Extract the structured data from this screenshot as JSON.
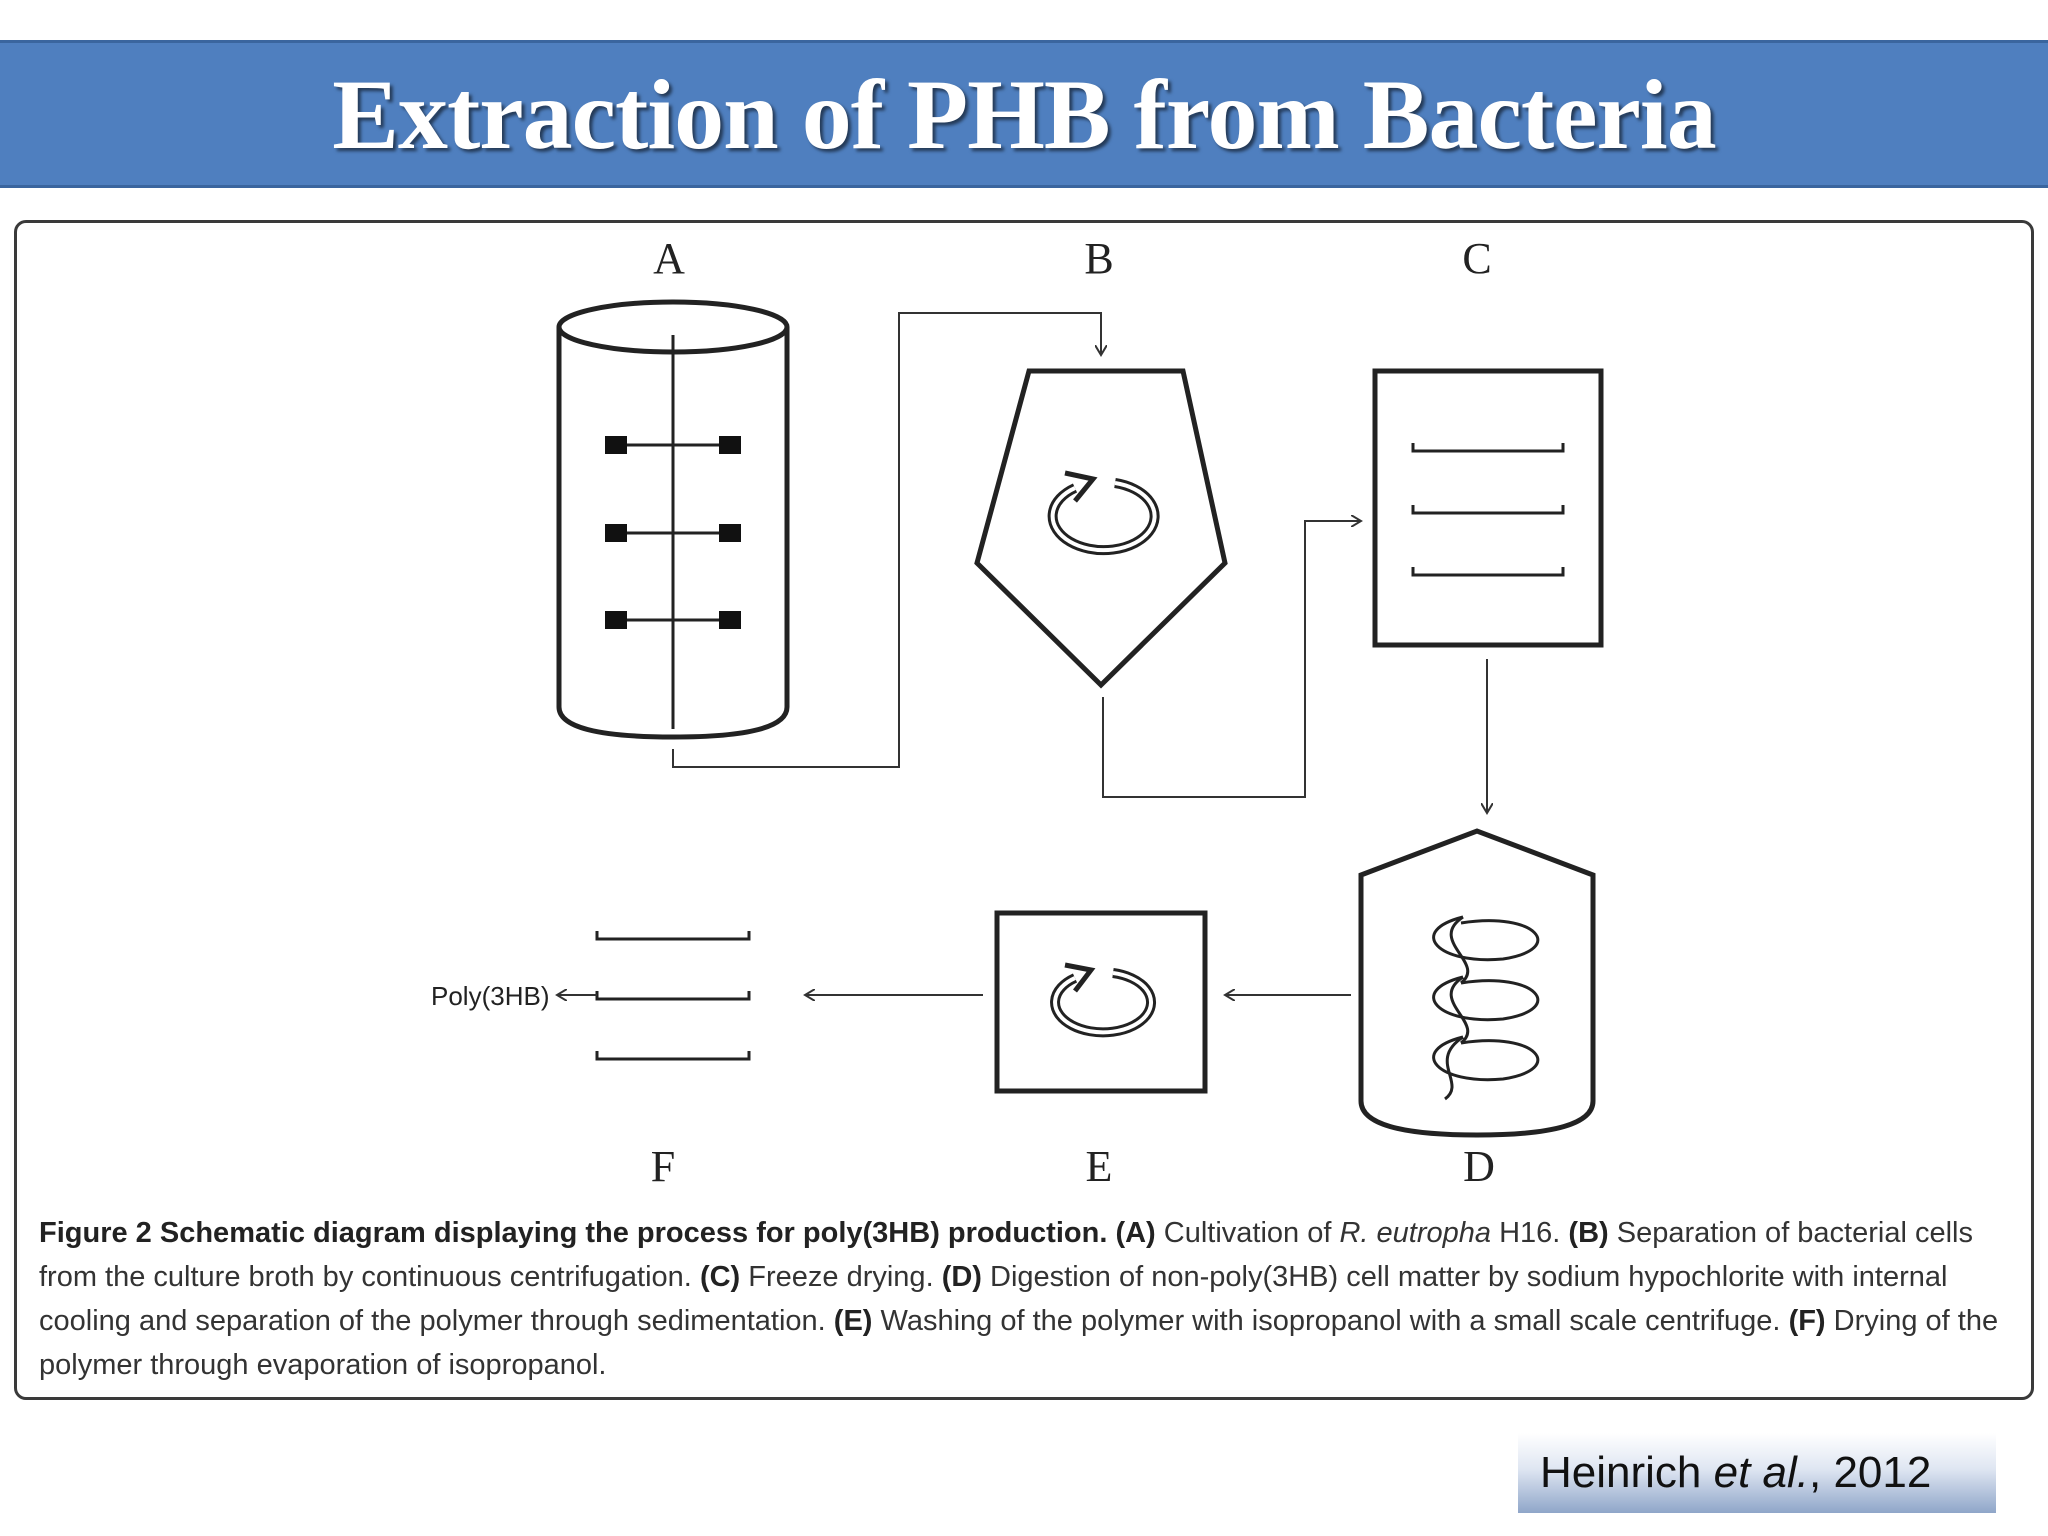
{
  "slide": {
    "title": "Extraction of PHB from Bacteria"
  },
  "diagram": {
    "stages": {
      "a": "A",
      "b": "B",
      "c": "C",
      "d": "D",
      "e": "E",
      "f": "F"
    },
    "product_label": "Poly(3HB)"
  },
  "caption": {
    "figure_number": "Figure 2",
    "heading": "Schematic diagram displaying the process for poly(3HB) production.",
    "a_key": "(A)",
    "a_text_1": "Cultivation of ",
    "a_species": "R. eutropha",
    "a_text_2": " H16.",
    "b_key": "(B)",
    "b_text": "Separation of bacterial cells from the culture broth by continuous centrifugation.",
    "c_key": "(C)",
    "c_text": "Freeze drying.",
    "d_key": "(D)",
    "d_text": "Digestion of non-poly(3HB) cell matter by sodium hypochlorite with internal cooling and separation of the polymer through sedimentation.",
    "e_key": "(E)",
    "e_text": "Washing of the polymer with isopropanol with a small scale centrifuge.",
    "f_key": "(F)",
    "f_text": "Drying of the polymer through evaporation of isopropanol."
  },
  "citation": {
    "author": "Heinrich ",
    "etal": "et al.",
    "year": ", 2012"
  }
}
